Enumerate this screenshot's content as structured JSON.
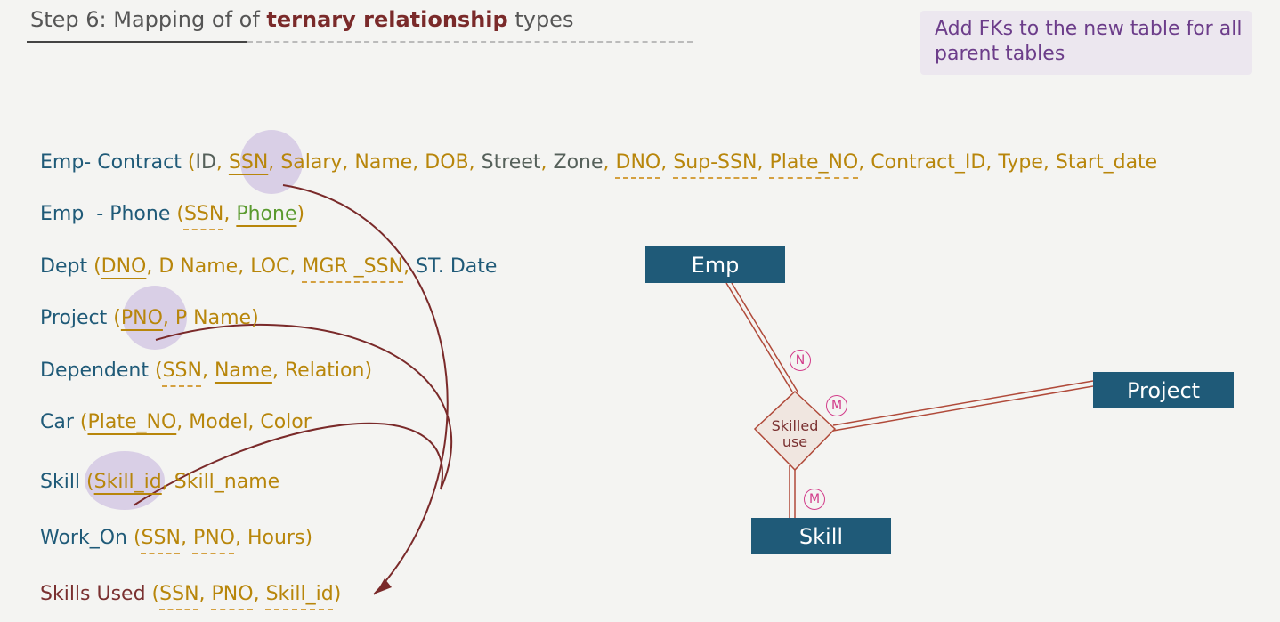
{
  "title": {
    "prefix": "Step 6: Mapping of of ",
    "bold": "ternary relationship",
    "suffix": " types"
  },
  "note": "Add FKs to the new table for all parent tables",
  "tables": [
    {
      "name": "Emp- Contract",
      "attrs": [
        "ID",
        "SSN",
        "Salary",
        "Name",
        "DOB",
        "Street",
        "Zone",
        "DNO",
        "Sup-SSN",
        "Plate_NO",
        "Contract_ID",
        "Type",
        "Start_date"
      ]
    },
    {
      "name": "Emp  - Phone",
      "attrs": [
        "SSN",
        "Phone"
      ]
    },
    {
      "name": "Dept",
      "attrs": [
        "DNO",
        "D Name",
        "LOC",
        "MGR _SSN",
        "ST. Date"
      ]
    },
    {
      "name": "Project",
      "attrs": [
        "PNO",
        "P Name"
      ]
    },
    {
      "name": "Dependent",
      "attrs": [
        "SSN",
        "Name",
        "Relation"
      ]
    },
    {
      "name": "Car",
      "attrs": [
        "Plate_NO",
        "Model",
        "Color"
      ]
    },
    {
      "name": "Skill",
      "attrs": [
        "Skill_id",
        "Skill_name"
      ]
    },
    {
      "name": "Work_On",
      "attrs": [
        "SSN",
        "PNO",
        "Hours"
      ]
    },
    {
      "name": "Skills Used",
      "attrs": [
        "SSN",
        "PNO",
        "Skill_id"
      ]
    }
  ],
  "er": {
    "entities": [
      "Emp",
      "Project",
      "Skill"
    ],
    "relationship": {
      "line1": "Skilled",
      "line2": "use"
    },
    "cardinalities": [
      "N",
      "M",
      "M"
    ]
  },
  "colors": {
    "entity": "#1f5a78",
    "relationship_line": "#b04a3a",
    "arrow": "#7a2a2a",
    "highlight": "#d9cfe6",
    "cardinality": "#d23c8a"
  }
}
